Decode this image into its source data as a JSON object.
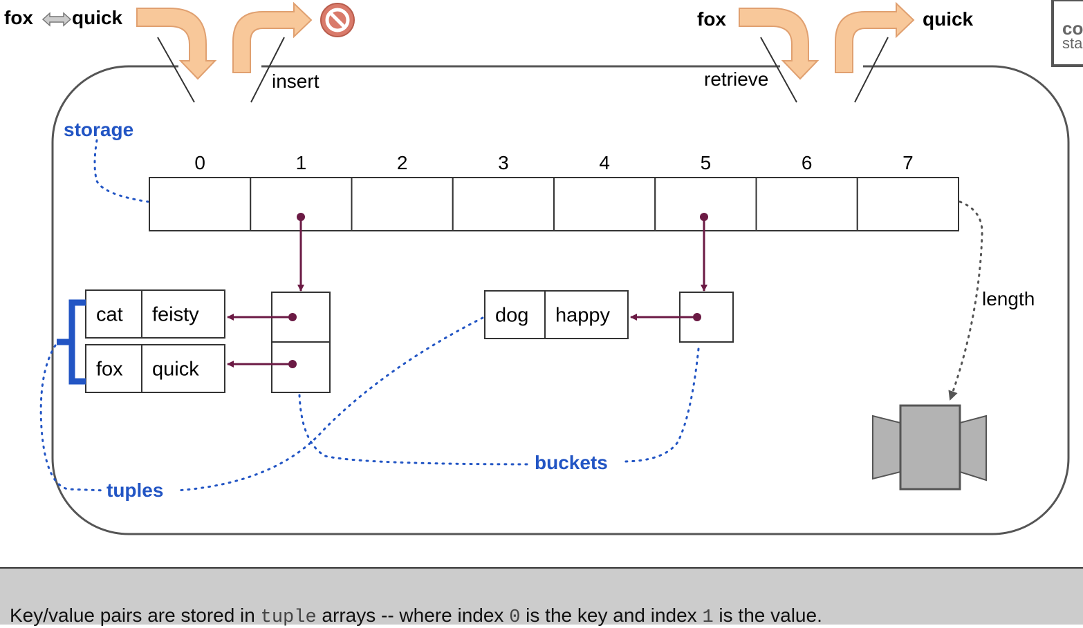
{
  "labels": {
    "insert_key": "fox",
    "insert_value": "quick",
    "insert_op": "insert",
    "retrieve_key": "fox",
    "retrieve_value": "quick",
    "retrieve_op": "retrieve",
    "storage": "storage",
    "length": "length",
    "buckets": "buckets",
    "tuples": "tuples",
    "corner_line1": "co",
    "corner_line2": "sta"
  },
  "storage_indices": [
    "0",
    "1",
    "2",
    "3",
    "4",
    "5",
    "6",
    "7"
  ],
  "tuples_bucket1": [
    {
      "key": "cat",
      "value": "feisty"
    },
    {
      "key": "fox",
      "value": "quick"
    }
  ],
  "tuples_bucket5": [
    {
      "key": "dog",
      "value": "happy"
    }
  ],
  "caption": {
    "part1": "Key/value pairs are stored in ",
    "code1": "tuple",
    "part2": " arrays -- where index ",
    "code2": "0",
    "part3": " is the key and index ",
    "code3": "1",
    "part4": " is the value."
  },
  "colors": {
    "pointer": "#6b1a44",
    "label_blue": "#2255c4",
    "arrow_fill": "#f8c89a",
    "arrow_stroke": "#e0a070",
    "no_sign": "#d97a6a",
    "gray": "#b3b3b3"
  }
}
